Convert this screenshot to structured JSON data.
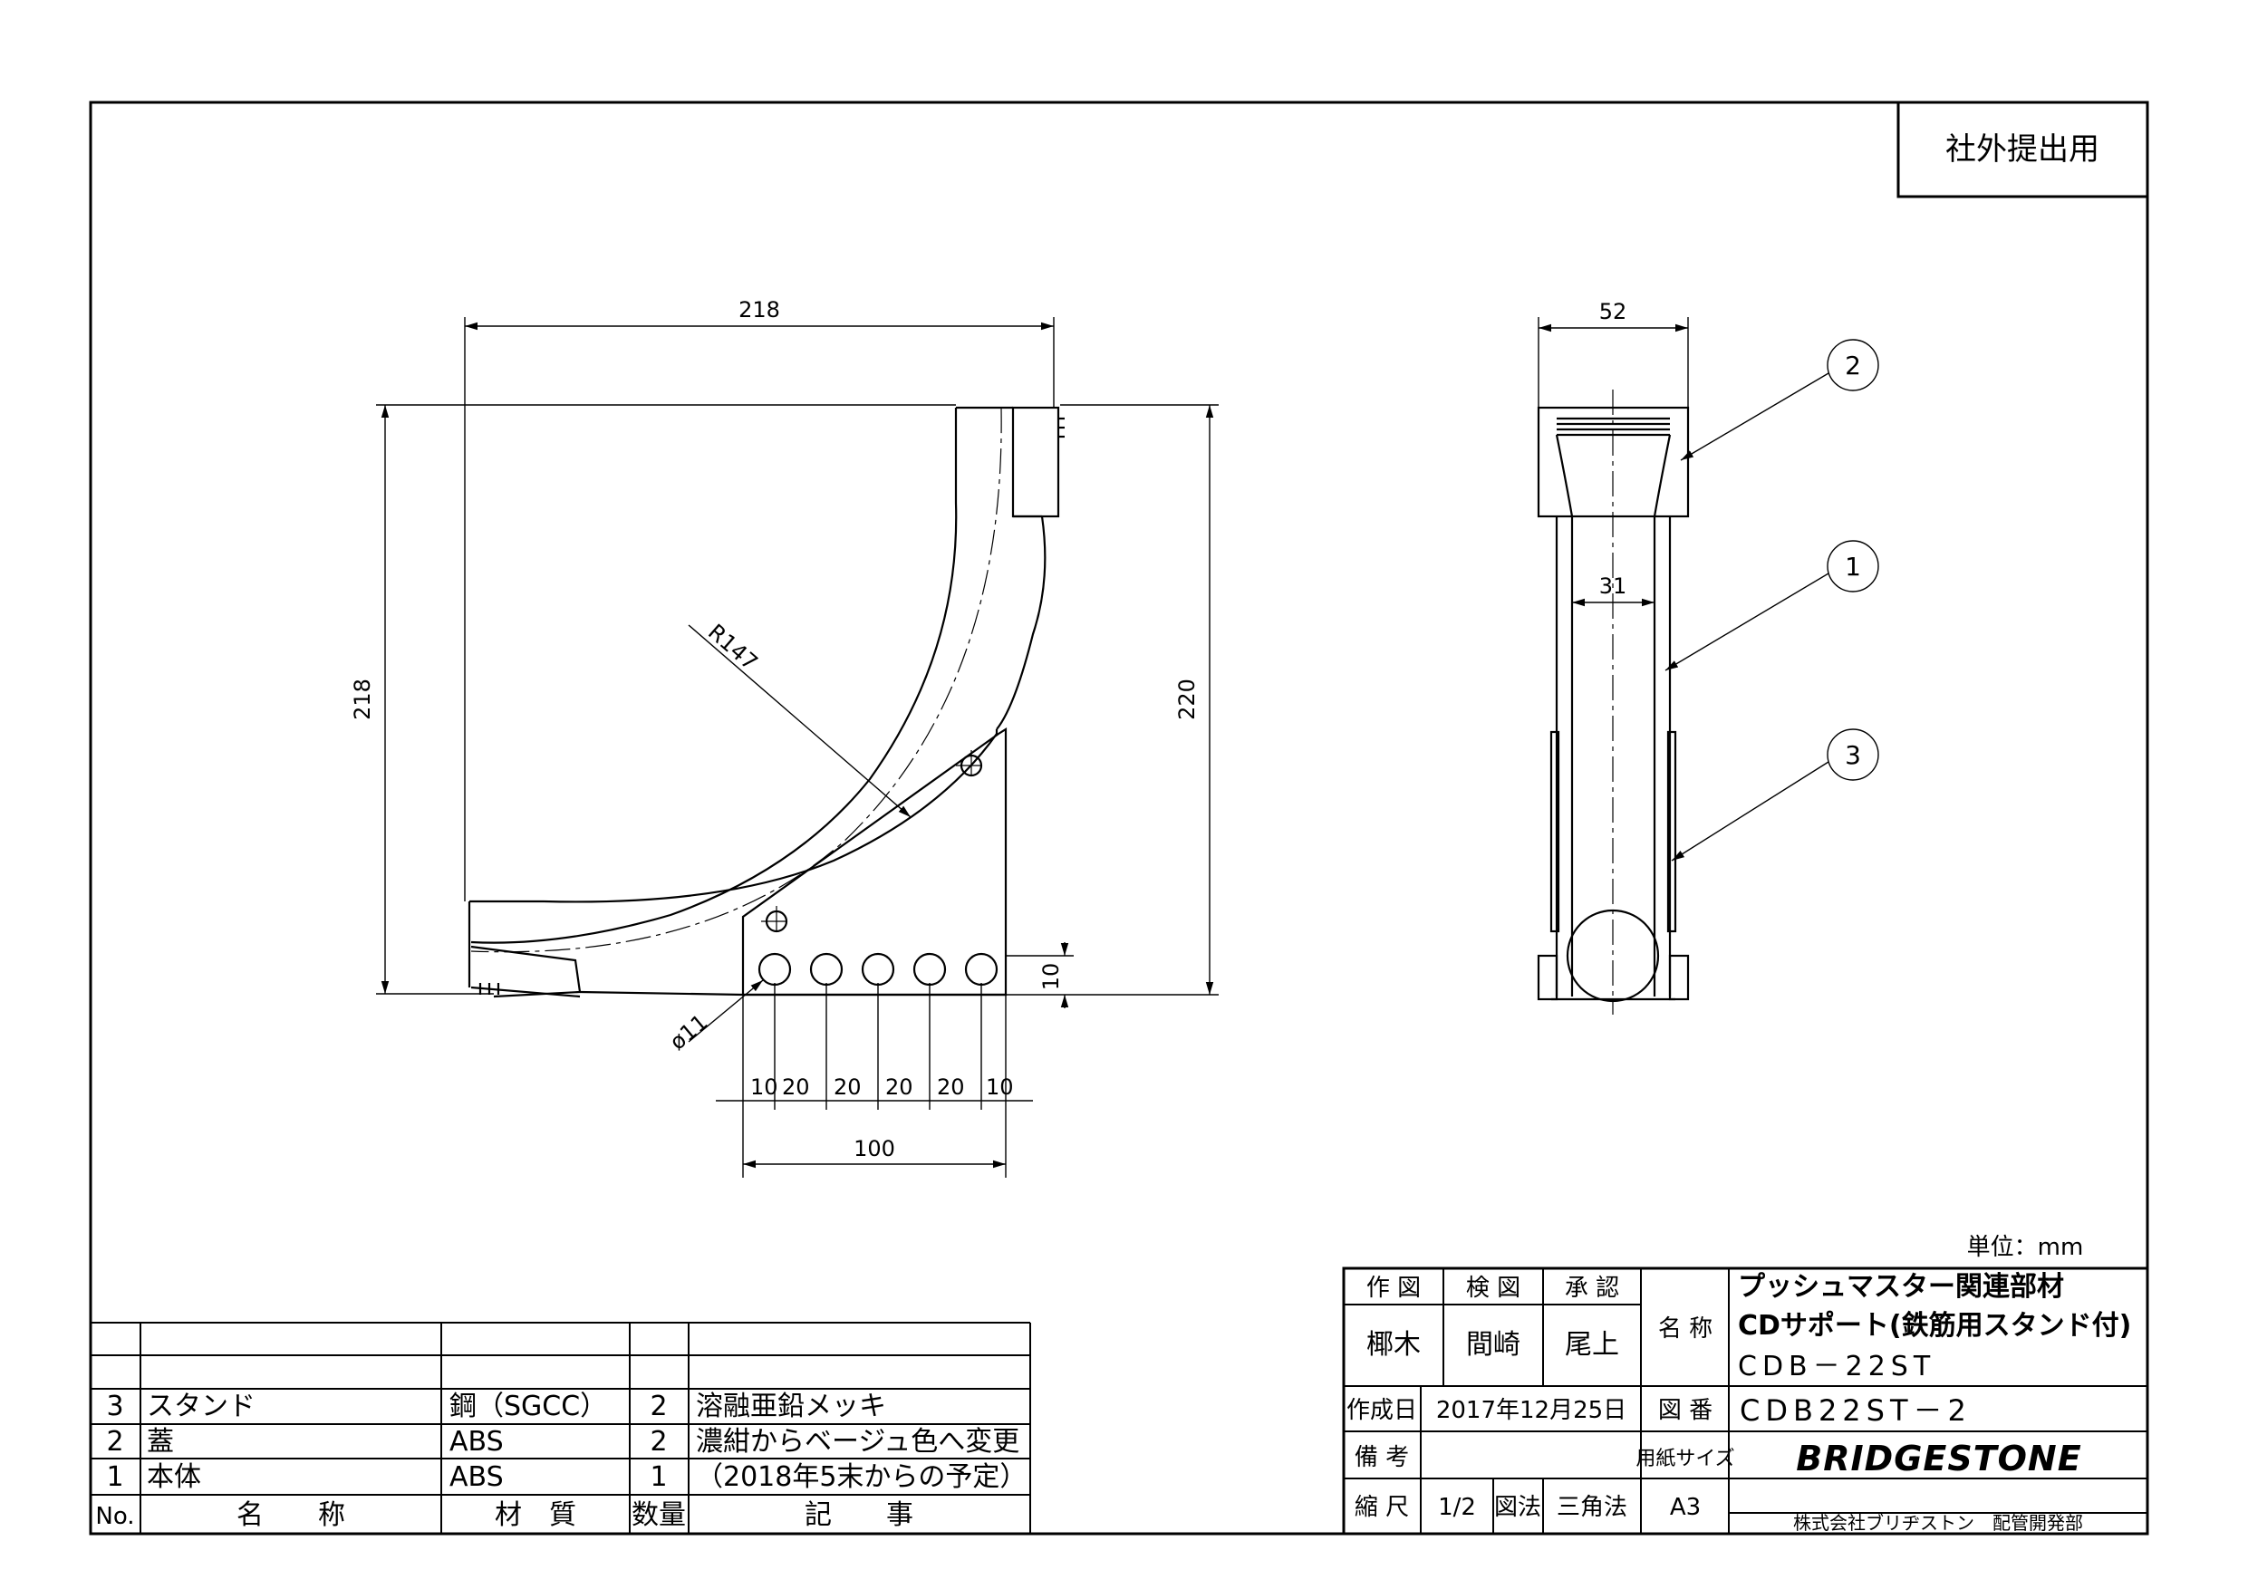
{
  "stamp": "社外提出用",
  "unit": "単位：mm",
  "dimensions": {
    "front_width_top": "218",
    "front_height_left": "218",
    "front_height_right": "220",
    "radius": "R147",
    "hole_dia": "ø11",
    "hole_margin": "10",
    "pitch_a": "10",
    "pitch_b": "20",
    "pitch_c": "20",
    "pitch_d": "20",
    "pitch_e": "20",
    "pitch_f": "10",
    "base_length": "100",
    "side_width": "52",
    "side_inner": "31"
  },
  "balloons": [
    "2",
    "1",
    "3"
  ],
  "parts_table": {
    "headers": {
      "no": "No.",
      "name": "名　　称",
      "material": "材　質",
      "qty": "数量",
      "note": "記　　事"
    },
    "rows": [
      {
        "no": "3",
        "name": "スタンド",
        "material": "鋼（SGCC）",
        "qty": "2",
        "note": "溶融亜鉛メッキ"
      },
      {
        "no": "2",
        "name": "蓋",
        "material": "ABS",
        "qty": "2",
        "note": "濃紺からベージュ色へ変更"
      },
      {
        "no": "1",
        "name": "本体",
        "material": "ABS",
        "qty": "1",
        "note": "（2018年5末からの予定）"
      }
    ]
  },
  "title_block": {
    "drawn_label": "作 図",
    "checked_label": "検 図",
    "approved_label": "承 認",
    "drawn_by": "椰木",
    "checked_by": "間崎",
    "approved_by": "尾上",
    "name_label": "名 称",
    "product_line1": "プッシュマスター関連部材",
    "product_line2": "CDサポート(鉄筋用スタンド付)",
    "product_line3": "CDB－22ST",
    "date_label": "作成日",
    "date": "2017年12月25日",
    "drawing_no_label": "図 番",
    "drawing_no": "CDB22ST－2",
    "remarks_label": "備 考",
    "paper_label": "用紙サイズ",
    "scale_label": "縮 尺",
    "scale": "1/2",
    "method_label": "図法",
    "method": "三角法",
    "paper": "A3",
    "brand": "BRIDGESTONE",
    "company": "株式会社ブリヂストン　配管開発部"
  }
}
